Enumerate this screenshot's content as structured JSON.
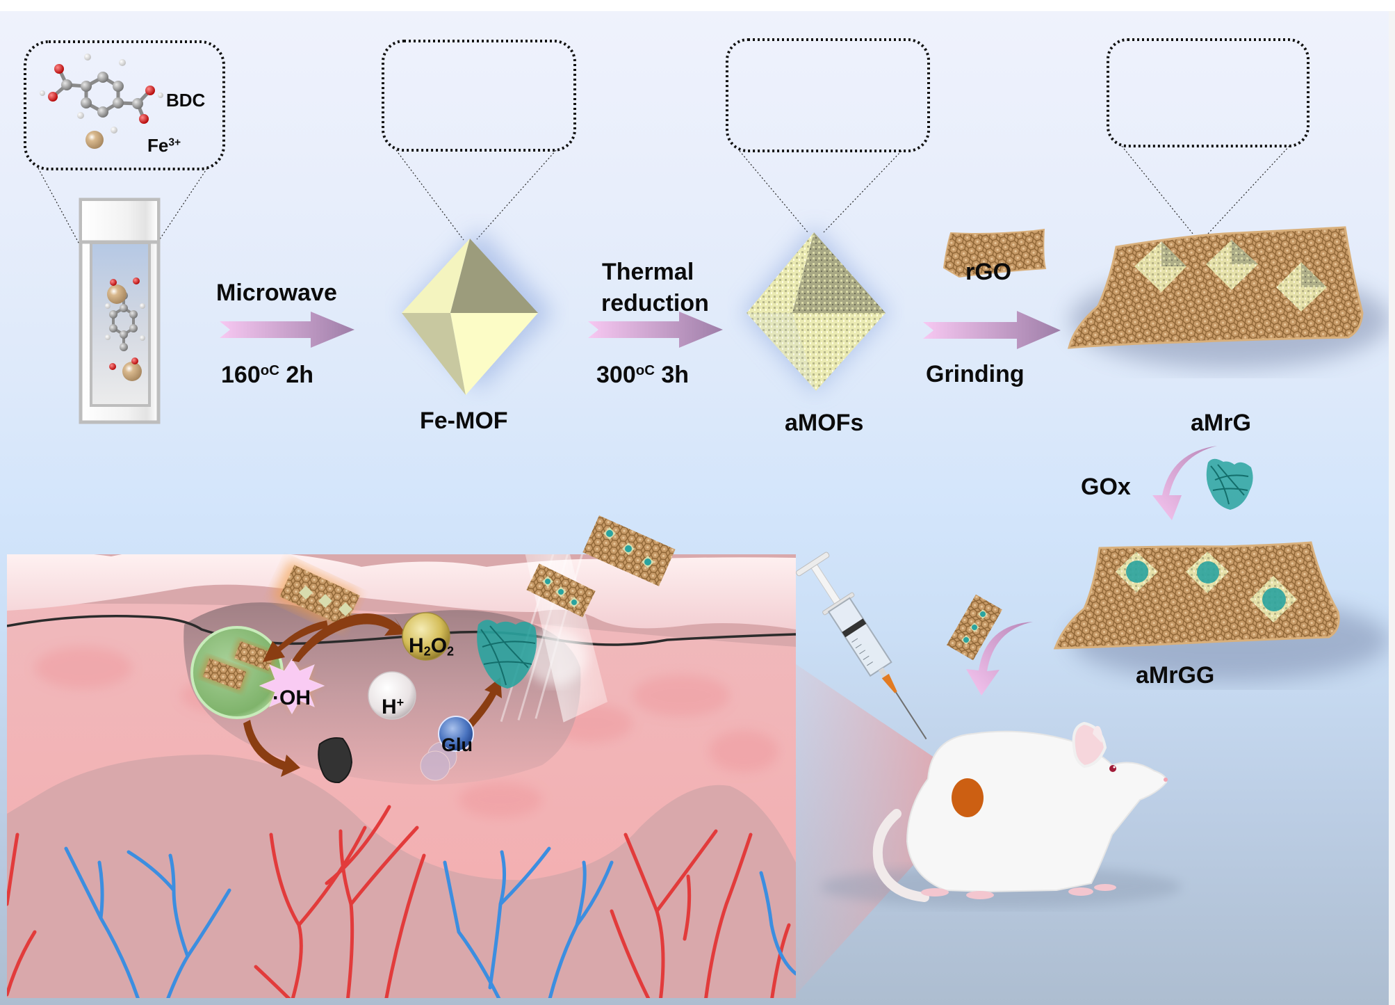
{
  "figure": {
    "type": "schematic",
    "topic": "Synthesis of aMrGG nanozyme and its application in infected wound healing"
  },
  "synthesis": {
    "precursors": {
      "ligand_label": "BDC",
      "metal_label": "Fe",
      "metal_charge": "3+"
    },
    "steps": [
      {
        "id": "step-microwave",
        "top_label": "Microwave",
        "temp": "160",
        "temp_unit": "oC",
        "duration": " 2h"
      },
      {
        "id": "step-thermal",
        "top_label_line1": "Thermal",
        "top_label_line2": "reduction",
        "temp": "300",
        "temp_unit": "oC",
        "duration": " 3h"
      },
      {
        "id": "step-grinding",
        "reagent": "rGO",
        "bottom_label": "Grinding"
      },
      {
        "id": "step-gox",
        "reagent": "GOx"
      }
    ],
    "products": {
      "fe_mof": "Fe-MOF",
      "amofs": "aMOFs",
      "amrg": "aMrG",
      "amrgg": "aMrGG"
    }
  },
  "wound": {
    "species": {
      "hydroxyl_radical": "·OH",
      "proton": "H",
      "proton_charge": "+",
      "h2o2_h": "H",
      "h2o2_sub1": "2",
      "h2o2_o": "O",
      "h2o2_sub2": "2",
      "glucose": "Glu"
    }
  },
  "colors": {
    "arrow_start": "#f5c3f0",
    "arrow_end": "#9f7fa8",
    "brown_arrow": "#8a3d12",
    "mof_light": "#fbfbc8",
    "mof_dark": "#9a9a78",
    "rgo": "#c79a67",
    "gox": "#2aa39f",
    "h2o2_bubble": "#d8c25a",
    "glu_bubble": "#3d6ab5",
    "oh_burst": "#f8c9f3",
    "bacteria_cell": "#8dc27e",
    "debris": "#2e2e2e",
    "skin_top": "#f8dde0",
    "dermis": "#f1b7b8",
    "deep_tissue": "#d7a5a8",
    "artery": "#e23b3b",
    "vein": "#3c8ee0",
    "wound_mark": "#cc5f12"
  }
}
